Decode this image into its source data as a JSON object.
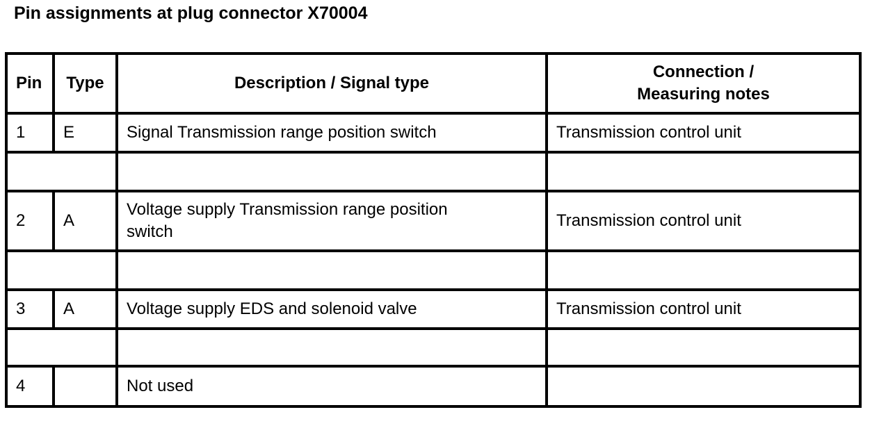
{
  "title": "Pin assignments at plug connector X70004",
  "table": {
    "headers": {
      "pin": "Pin",
      "type": "Type",
      "description": "Description / Signal type",
      "connection_line1": "Connection /",
      "connection_line2": "Measuring notes"
    },
    "rows": [
      {
        "pin": "1",
        "type": "E",
        "description": "Signal Transmission range position switch",
        "connection": "Transmission control unit"
      },
      {
        "pin": "2",
        "type": "A",
        "description_line1": "Voltage supply Transmission range position",
        "description_line2": "switch",
        "connection": "Transmission control unit"
      },
      {
        "pin": "3",
        "type": "A",
        "description": "Voltage supply EDS and solenoid valve",
        "connection": "Transmission control unit"
      },
      {
        "pin": "4",
        "type": "",
        "description": "Not used",
        "connection": ""
      }
    ]
  }
}
